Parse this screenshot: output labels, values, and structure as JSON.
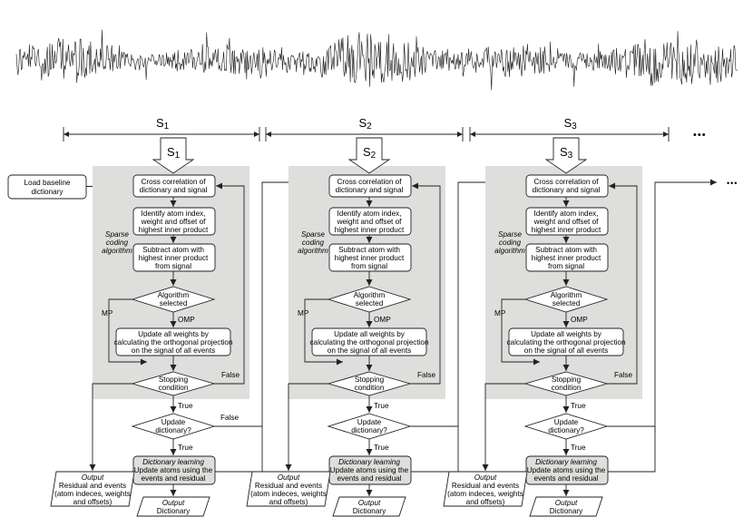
{
  "load_baseline": [
    "Load baseline",
    "dictionary"
  ],
  "segments": [
    {
      "letter": "S",
      "sub": "1"
    },
    {
      "letter": "S",
      "sub": "2"
    },
    {
      "letter": "S",
      "sub": "3"
    }
  ],
  "ellipsis": "•••",
  "labels": {
    "cross_corr": [
      "Cross correlation of",
      "dictionary and signal"
    ],
    "identify": [
      "Identify atom index,",
      "weight and offset of",
      "highest inner product"
    ],
    "sparse": [
      "Sparse",
      "coding",
      "algorithm"
    ],
    "subtract": [
      "Subtract atom with",
      "highest inner product",
      "from signal"
    ],
    "algo": [
      "Algorithm",
      "selected"
    ],
    "mp": "MP",
    "omp": "OMP",
    "update_weights": [
      "Update all weights by",
      "calculating the orthogonal projection",
      "on the signal of all events"
    ],
    "stopping": [
      "Stopping",
      "condition"
    ],
    "false": "False",
    "true": "True",
    "update_dict": [
      "Update",
      "dictionary?"
    ],
    "dict_learning_title": "Dictionary learning",
    "dict_learning": [
      "Update atoms using the",
      "events and residual"
    ],
    "output_word": "Output",
    "residual_text": [
      "Residual and events",
      "(atom indeces, weights",
      "and offsets)"
    ],
    "dictionary_word": "Dictionary"
  }
}
